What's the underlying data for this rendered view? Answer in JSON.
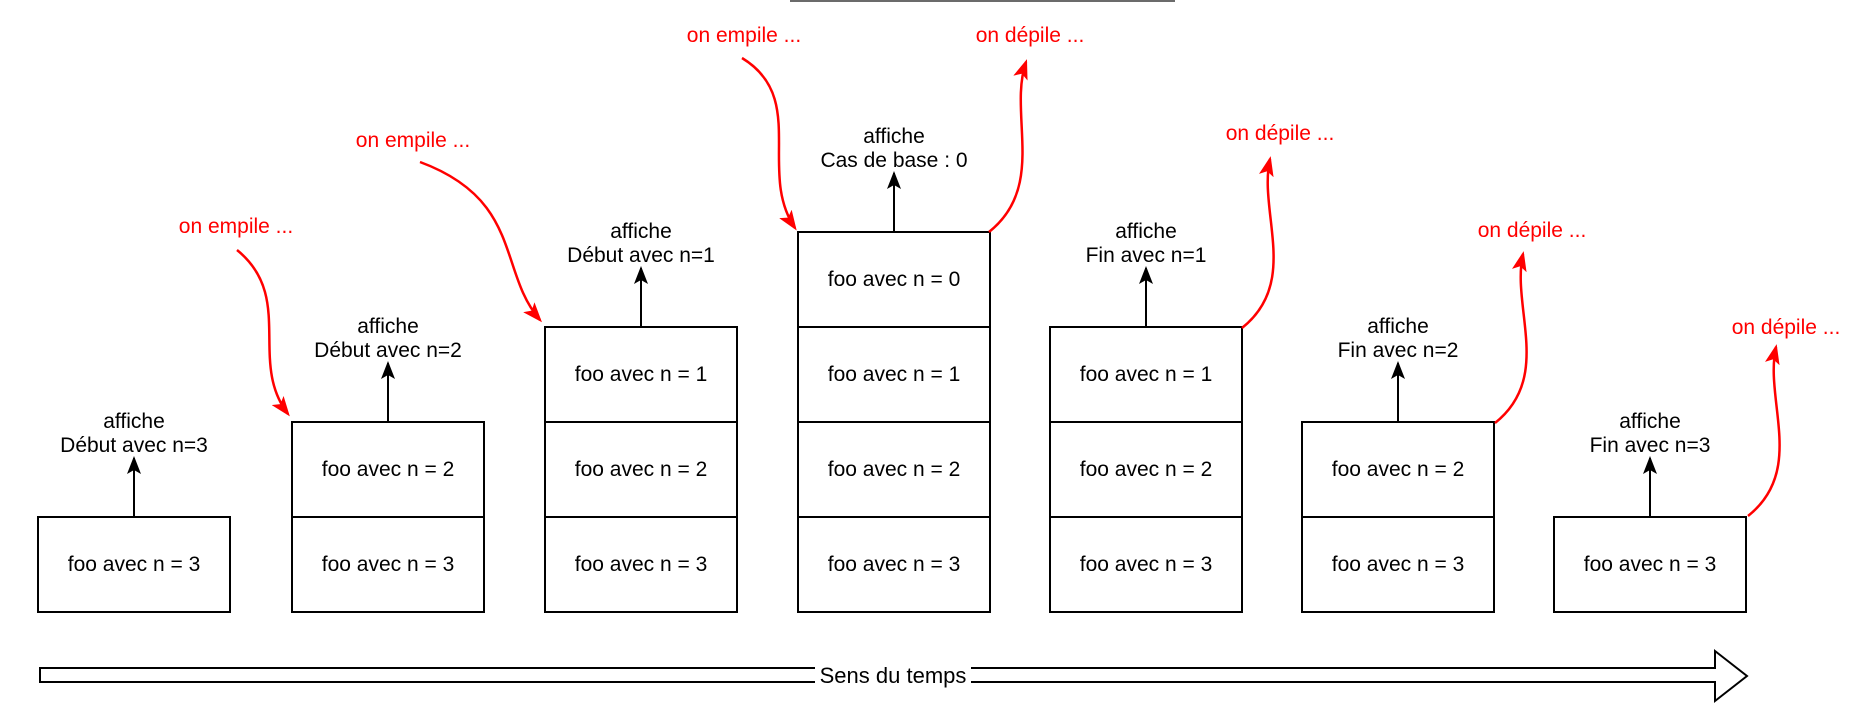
{
  "stacks": [
    {
      "caption_line1": "affiche",
      "caption_line2": "Début avec n=3",
      "frames": [
        "foo avec n = 3"
      ]
    },
    {
      "caption_line1": "affiche",
      "caption_line2": "Début avec n=2",
      "frames": [
        "foo avec n = 2",
        "foo avec n = 3"
      ]
    },
    {
      "caption_line1": "affiche",
      "caption_line2": "Début avec n=1",
      "frames": [
        "foo avec n = 1",
        "foo avec n = 2",
        "foo avec n = 3"
      ]
    },
    {
      "caption_line1": "affiche",
      "caption_line2": "Cas de base : 0",
      "frames": [
        "foo avec n = 0",
        "foo avec n = 1",
        "foo avec n = 2",
        "foo avec n = 3"
      ]
    },
    {
      "caption_line1": "affiche",
      "caption_line2": "Fin avec n=1",
      "frames": [
        "foo avec n = 1",
        "foo avec n = 2",
        "foo avec n = 3"
      ]
    },
    {
      "caption_line1": "affiche",
      "caption_line2": "Fin avec n=2",
      "frames": [
        "foo avec n = 2",
        "foo avec n = 3"
      ]
    },
    {
      "caption_line1": "affiche",
      "caption_line2": "Fin avec n=3",
      "frames": [
        "foo avec n = 3"
      ]
    }
  ],
  "push_arrows": [
    {
      "label": "on empile ..."
    },
    {
      "label": "on empile ..."
    },
    {
      "label": "on empile ..."
    }
  ],
  "pop_arrows": [
    {
      "label": "on dépile ..."
    },
    {
      "label": "on dépile ..."
    },
    {
      "label": "on dépile ..."
    },
    {
      "label": "on dépile ..."
    }
  ],
  "timeline": {
    "label": "Sens du temps"
  },
  "colors": {
    "arrow_red": "#ff0000",
    "stroke_black": "#000000"
  }
}
